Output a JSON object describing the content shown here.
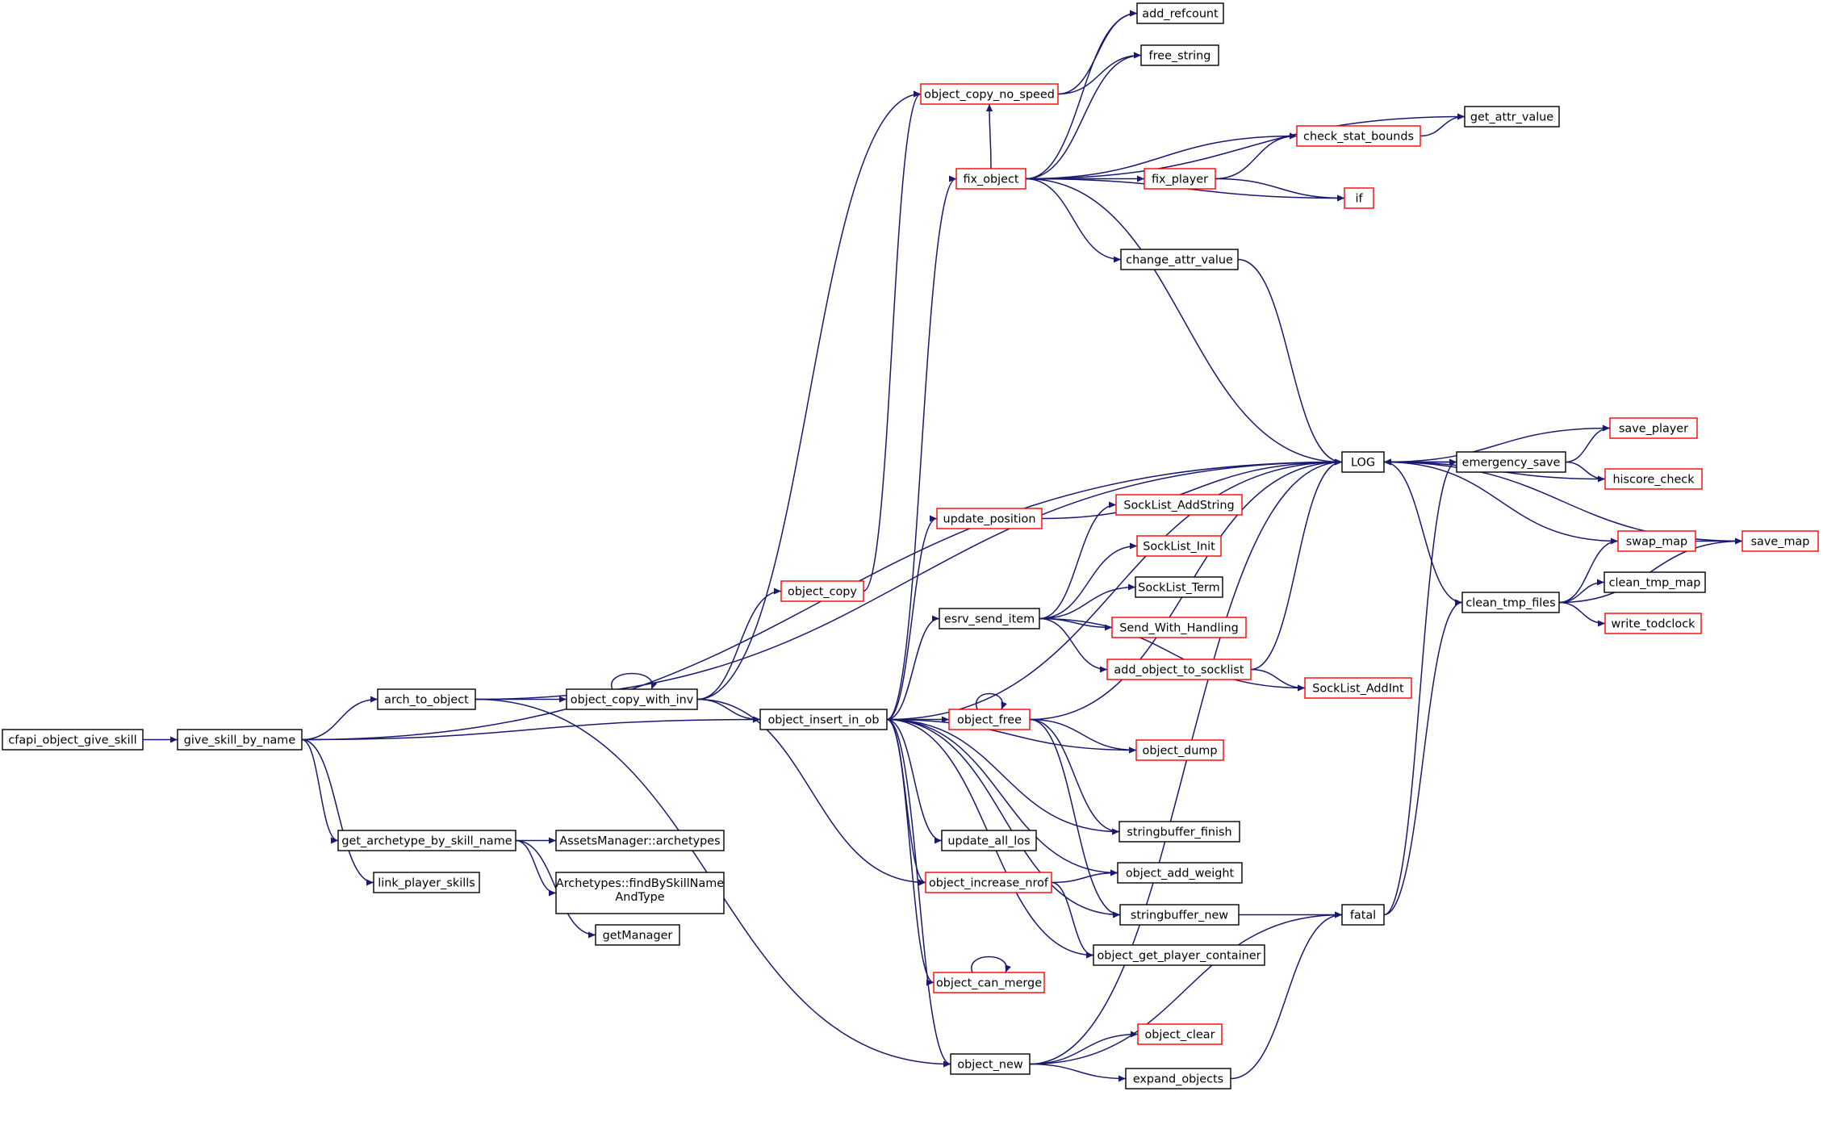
{
  "colors": {
    "edge": "#191970",
    "node_border": "#000000",
    "truncated_border": "#ff0000",
    "root_fill": "#bfbfbf",
    "node_fill": "#ffffff"
  },
  "nodes": [
    {
      "id": "cfapi_object_give_skill",
      "label": "cfapi_object_give_skill",
      "kind": "root"
    },
    {
      "id": "give_skill_by_name",
      "label": "give_skill_by_name",
      "kind": "normal"
    },
    {
      "id": "arch_to_object",
      "label": "arch_to_object",
      "kind": "normal"
    },
    {
      "id": "get_archetype_by_skill_name",
      "label": "get_archetype_by_skill_name",
      "kind": "normal"
    },
    {
      "id": "link_player_skills",
      "label": "link_player_skills",
      "kind": "normal"
    },
    {
      "id": "AssetsManager_archetypes",
      "label": "AssetsManager::archetypes",
      "kind": "normal"
    },
    {
      "id": "Archetypes_findBySkillNameAndType",
      "label": "Archetypes::findBySkillName",
      "label2": "AndType",
      "kind": "normal"
    },
    {
      "id": "getManager",
      "label": "getManager",
      "kind": "normal"
    },
    {
      "id": "object_copy_with_inv",
      "label": "object_copy_with_inv",
      "kind": "normal"
    },
    {
      "id": "object_copy",
      "label": "object_copy",
      "kind": "truncated"
    },
    {
      "id": "object_insert_in_ob",
      "label": "object_insert_in_ob",
      "kind": "normal"
    },
    {
      "id": "object_copy_no_speed",
      "label": "object_copy_no_speed",
      "kind": "truncated"
    },
    {
      "id": "fix_object",
      "label": "fix_object",
      "kind": "truncated"
    },
    {
      "id": "update_position",
      "label": "update_position",
      "kind": "truncated"
    },
    {
      "id": "esrv_send_item",
      "label": "esrv_send_item",
      "kind": "normal"
    },
    {
      "id": "object_free",
      "label": "object_free",
      "kind": "truncated"
    },
    {
      "id": "update_all_los",
      "label": "update_all_los",
      "kind": "normal"
    },
    {
      "id": "object_increase_nrof",
      "label": "object_increase_nrof",
      "kind": "truncated"
    },
    {
      "id": "object_can_merge",
      "label": "object_can_merge",
      "kind": "truncated"
    },
    {
      "id": "object_new",
      "label": "object_new",
      "kind": "normal"
    },
    {
      "id": "add_refcount",
      "label": "add_refcount",
      "kind": "normal"
    },
    {
      "id": "free_string",
      "label": "free_string",
      "kind": "normal"
    },
    {
      "id": "get_attr_value",
      "label": "get_attr_value",
      "kind": "normal"
    },
    {
      "id": "check_stat_bounds",
      "label": "check_stat_bounds",
      "kind": "truncated"
    },
    {
      "id": "fix_player",
      "label": "fix_player",
      "kind": "truncated"
    },
    {
      "id": "if",
      "label": "if",
      "kind": "truncated"
    },
    {
      "id": "change_attr_value",
      "label": "change_attr_value",
      "kind": "normal"
    },
    {
      "id": "SockList_AddString",
      "label": "SockList_AddString",
      "kind": "truncated"
    },
    {
      "id": "SockList_Init",
      "label": "SockList_Init",
      "kind": "truncated"
    },
    {
      "id": "SockList_Term",
      "label": "SockList_Term",
      "kind": "normal"
    },
    {
      "id": "Send_With_Handling",
      "label": "Send_With_Handling",
      "kind": "truncated"
    },
    {
      "id": "add_object_to_socklist",
      "label": "add_object_to_socklist",
      "kind": "truncated"
    },
    {
      "id": "SockList_AddInt",
      "label": "SockList_AddInt",
      "kind": "truncated"
    },
    {
      "id": "object_dump",
      "label": "object_dump",
      "kind": "truncated"
    },
    {
      "id": "stringbuffer_finish",
      "label": "stringbuffer_finish",
      "kind": "normal"
    },
    {
      "id": "object_add_weight",
      "label": "object_add_weight",
      "kind": "normal"
    },
    {
      "id": "stringbuffer_new",
      "label": "stringbuffer_new",
      "kind": "normal"
    },
    {
      "id": "object_get_player_container",
      "label": "object_get_player_container",
      "kind": "normal"
    },
    {
      "id": "object_clear",
      "label": "object_clear",
      "kind": "truncated"
    },
    {
      "id": "expand_objects",
      "label": "expand_objects",
      "kind": "normal"
    },
    {
      "id": "LOG",
      "label": "LOG",
      "kind": "normal"
    },
    {
      "id": "fatal",
      "label": "fatal",
      "kind": "normal"
    },
    {
      "id": "emergency_save",
      "label": "emergency_save",
      "kind": "normal"
    },
    {
      "id": "clean_tmp_files",
      "label": "clean_tmp_files",
      "kind": "normal"
    },
    {
      "id": "save_player",
      "label": "save_player",
      "kind": "truncated"
    },
    {
      "id": "hiscore_check",
      "label": "hiscore_check",
      "kind": "truncated"
    },
    {
      "id": "swap_map",
      "label": "swap_map",
      "kind": "truncated"
    },
    {
      "id": "save_map",
      "label": "save_map",
      "kind": "truncated"
    },
    {
      "id": "clean_tmp_map",
      "label": "clean_tmp_map",
      "kind": "normal"
    },
    {
      "id": "write_todclock",
      "label": "write_todclock",
      "kind": "truncated"
    }
  ],
  "edges": [
    [
      "cfapi_object_give_skill",
      "give_skill_by_name"
    ],
    [
      "give_skill_by_name",
      "arch_to_object"
    ],
    [
      "give_skill_by_name",
      "object_insert_in_ob"
    ],
    [
      "give_skill_by_name",
      "get_archetype_by_skill_name"
    ],
    [
      "give_skill_by_name",
      "link_player_skills"
    ],
    [
      "give_skill_by_name",
      "LOG"
    ],
    [
      "arch_to_object",
      "object_copy_with_inv"
    ],
    [
      "arch_to_object",
      "LOG"
    ],
    [
      "arch_to_object",
      "object_new"
    ],
    [
      "get_archetype_by_skill_name",
      "AssetsManager_archetypes"
    ],
    [
      "get_archetype_by_skill_name",
      "Archetypes_findBySkillNameAndType"
    ],
    [
      "get_archetype_by_skill_name",
      "getManager"
    ],
    [
      "object_copy_with_inv",
      "object_copy_with_inv"
    ],
    [
      "object_copy_with_inv",
      "object_copy"
    ],
    [
      "object_copy_with_inv",
      "object_insert_in_ob"
    ],
    [
      "object_copy_with_inv",
      "object_copy_no_speed"
    ],
    [
      "object_copy_with_inv",
      "object_increase_nrof"
    ],
    [
      "object_copy",
      "object_copy_no_speed"
    ],
    [
      "object_insert_in_ob",
      "fix_object"
    ],
    [
      "object_insert_in_ob",
      "update_position"
    ],
    [
      "object_insert_in_ob",
      "esrv_send_item"
    ],
    [
      "object_insert_in_ob",
      "object_free"
    ],
    [
      "object_insert_in_ob",
      "update_all_los"
    ],
    [
      "object_insert_in_ob",
      "object_increase_nrof"
    ],
    [
      "object_insert_in_ob",
      "object_can_merge"
    ],
    [
      "object_insert_in_ob",
      "object_new"
    ],
    [
      "object_insert_in_ob",
      "LOG"
    ],
    [
      "object_insert_in_ob",
      "object_dump"
    ],
    [
      "object_insert_in_ob",
      "stringbuffer_finish"
    ],
    [
      "object_insert_in_ob",
      "object_add_weight"
    ],
    [
      "object_insert_in_ob",
      "object_get_player_container"
    ],
    [
      "object_insert_in_ob",
      "stringbuffer_new"
    ],
    [
      "object_copy_no_speed",
      "add_refcount"
    ],
    [
      "object_copy_no_speed",
      "free_string"
    ],
    [
      "fix_object",
      "object_copy_no_speed"
    ],
    [
      "fix_object",
      "add_refcount"
    ],
    [
      "fix_object",
      "free_string"
    ],
    [
      "fix_object",
      "get_attr_value"
    ],
    [
      "fix_object",
      "check_stat_bounds"
    ],
    [
      "fix_object",
      "fix_player"
    ],
    [
      "fix_object",
      "if"
    ],
    [
      "fix_object",
      "change_attr_value"
    ],
    [
      "fix_object",
      "LOG"
    ],
    [
      "check_stat_bounds",
      "get_attr_value"
    ],
    [
      "fix_player",
      "check_stat_bounds"
    ],
    [
      "fix_player",
      "if"
    ],
    [
      "change_attr_value",
      "LOG"
    ],
    [
      "update_position",
      "LOG"
    ],
    [
      "esrv_send_item",
      "SockList_AddString"
    ],
    [
      "esrv_send_item",
      "SockList_Init"
    ],
    [
      "esrv_send_item",
      "SockList_Term"
    ],
    [
      "esrv_send_item",
      "Send_With_Handling"
    ],
    [
      "esrv_send_item",
      "add_object_to_socklist"
    ],
    [
      "esrv_send_item",
      "SockList_AddInt"
    ],
    [
      "add_object_to_socklist",
      "SockList_AddInt"
    ],
    [
      "add_object_to_socklist",
      "LOG"
    ],
    [
      "object_free",
      "object_free"
    ],
    [
      "object_free",
      "object_dump"
    ],
    [
      "object_free",
      "stringbuffer_finish"
    ],
    [
      "object_free",
      "stringbuffer_new"
    ],
    [
      "object_free",
      "LOG"
    ],
    [
      "object_increase_nrof",
      "object_add_weight"
    ],
    [
      "object_increase_nrof",
      "object_get_player_container"
    ],
    [
      "object_can_merge",
      "object_can_merge"
    ],
    [
      "object_new",
      "object_clear"
    ],
    [
      "object_new",
      "expand_objects"
    ],
    [
      "object_new",
      "LOG"
    ],
    [
      "object_new",
      "fatal"
    ],
    [
      "expand_objects",
      "fatal"
    ],
    [
      "stringbuffer_new",
      "fatal"
    ],
    [
      "fatal",
      "emergency_save"
    ],
    [
      "fatal",
      "clean_tmp_files"
    ],
    [
      "LOG",
      "emergency_save"
    ],
    [
      "LOG",
      "clean_tmp_files"
    ],
    [
      "emergency_save",
      "save_player"
    ],
    [
      "emergency_save",
      "hiscore_check"
    ],
    [
      "emergency_save",
      "LOG"
    ],
    [
      "save_player",
      "LOG"
    ],
    [
      "hiscore_check",
      "LOG"
    ],
    [
      "clean_tmp_files",
      "swap_map"
    ],
    [
      "clean_tmp_files",
      "clean_tmp_map"
    ],
    [
      "clean_tmp_files",
      "write_todclock"
    ],
    [
      "clean_tmp_files",
      "save_map"
    ],
    [
      "swap_map",
      "save_map"
    ],
    [
      "swap_map",
      "LOG"
    ],
    [
      "save_map",
      "LOG"
    ]
  ]
}
